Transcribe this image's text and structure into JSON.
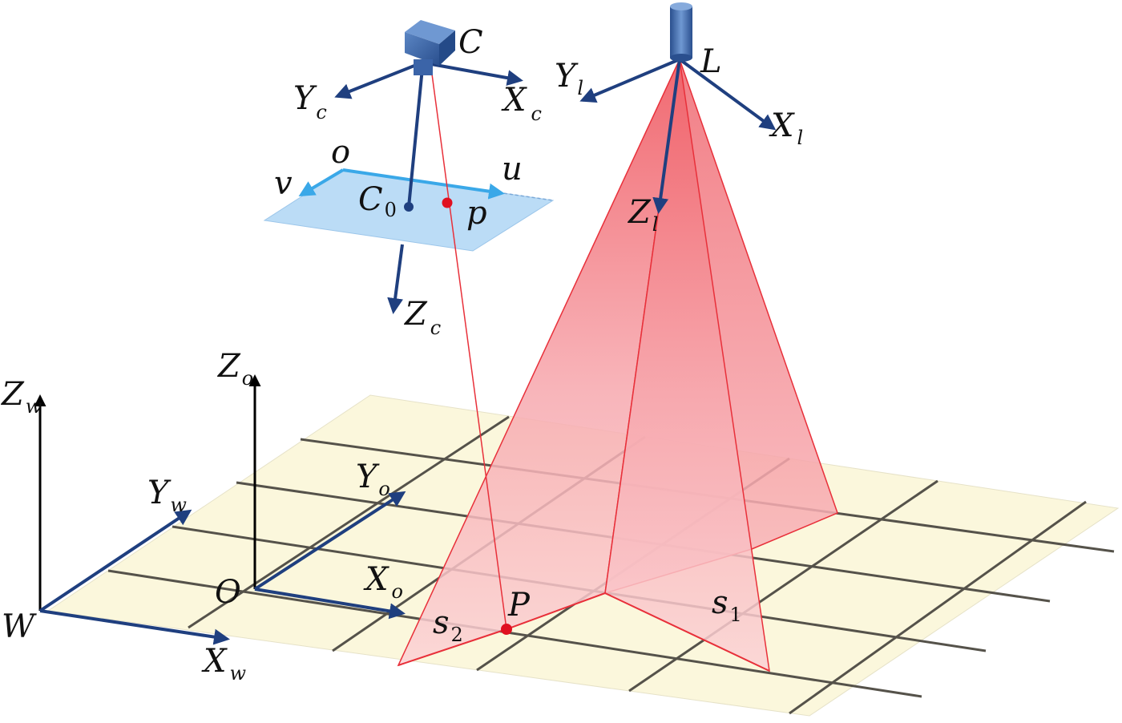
{
  "labels": {
    "camera": "C",
    "camera_x_axis": {
      "main": "X",
      "sub": "c"
    },
    "camera_y_axis": {
      "main": "Y",
      "sub": "c"
    },
    "camera_z_axis": {
      "main": "Z",
      "sub": "c"
    },
    "image_origin": "o",
    "image_u": "u",
    "image_v": "v",
    "principal_point": {
      "main": "C",
      "sub": "0"
    },
    "image_point": "p",
    "laser": "L",
    "laser_x_axis": {
      "main": "X",
      "sub": "l"
    },
    "laser_y_axis": {
      "main": "Y",
      "sub": "l"
    },
    "laser_z_axis": {
      "main": "Z",
      "sub": "l"
    },
    "world_origin": "W",
    "world_x_axis": {
      "main": "X",
      "sub": "w"
    },
    "world_y_axis": {
      "main": "Y",
      "sub": "w"
    },
    "world_z_axis": {
      "main": "Z",
      "sub": "w"
    },
    "object_origin": "O",
    "object_x_axis": {
      "main": "X",
      "sub": "o"
    },
    "object_y_axis": {
      "main": "Y",
      "sub": "o"
    },
    "object_z_axis": {
      "main": "Z",
      "sub": "o"
    },
    "object_point": "P",
    "stripe_1": {
      "main": "s",
      "sub": "1"
    },
    "stripe_2": {
      "main": "s",
      "sub": "2"
    }
  },
  "colors": {
    "axis_dark": "#1f3f7f",
    "axis_black": "#000000",
    "image_plane": "#b4d8f5",
    "image_plane_edge": "#3aa8e8",
    "laser_red": "#e8303a",
    "point_red": "#e01020",
    "point_blue": "#1f3f7f",
    "grid_fill": "#fbf7dc",
    "grid_line": "#55524a"
  }
}
